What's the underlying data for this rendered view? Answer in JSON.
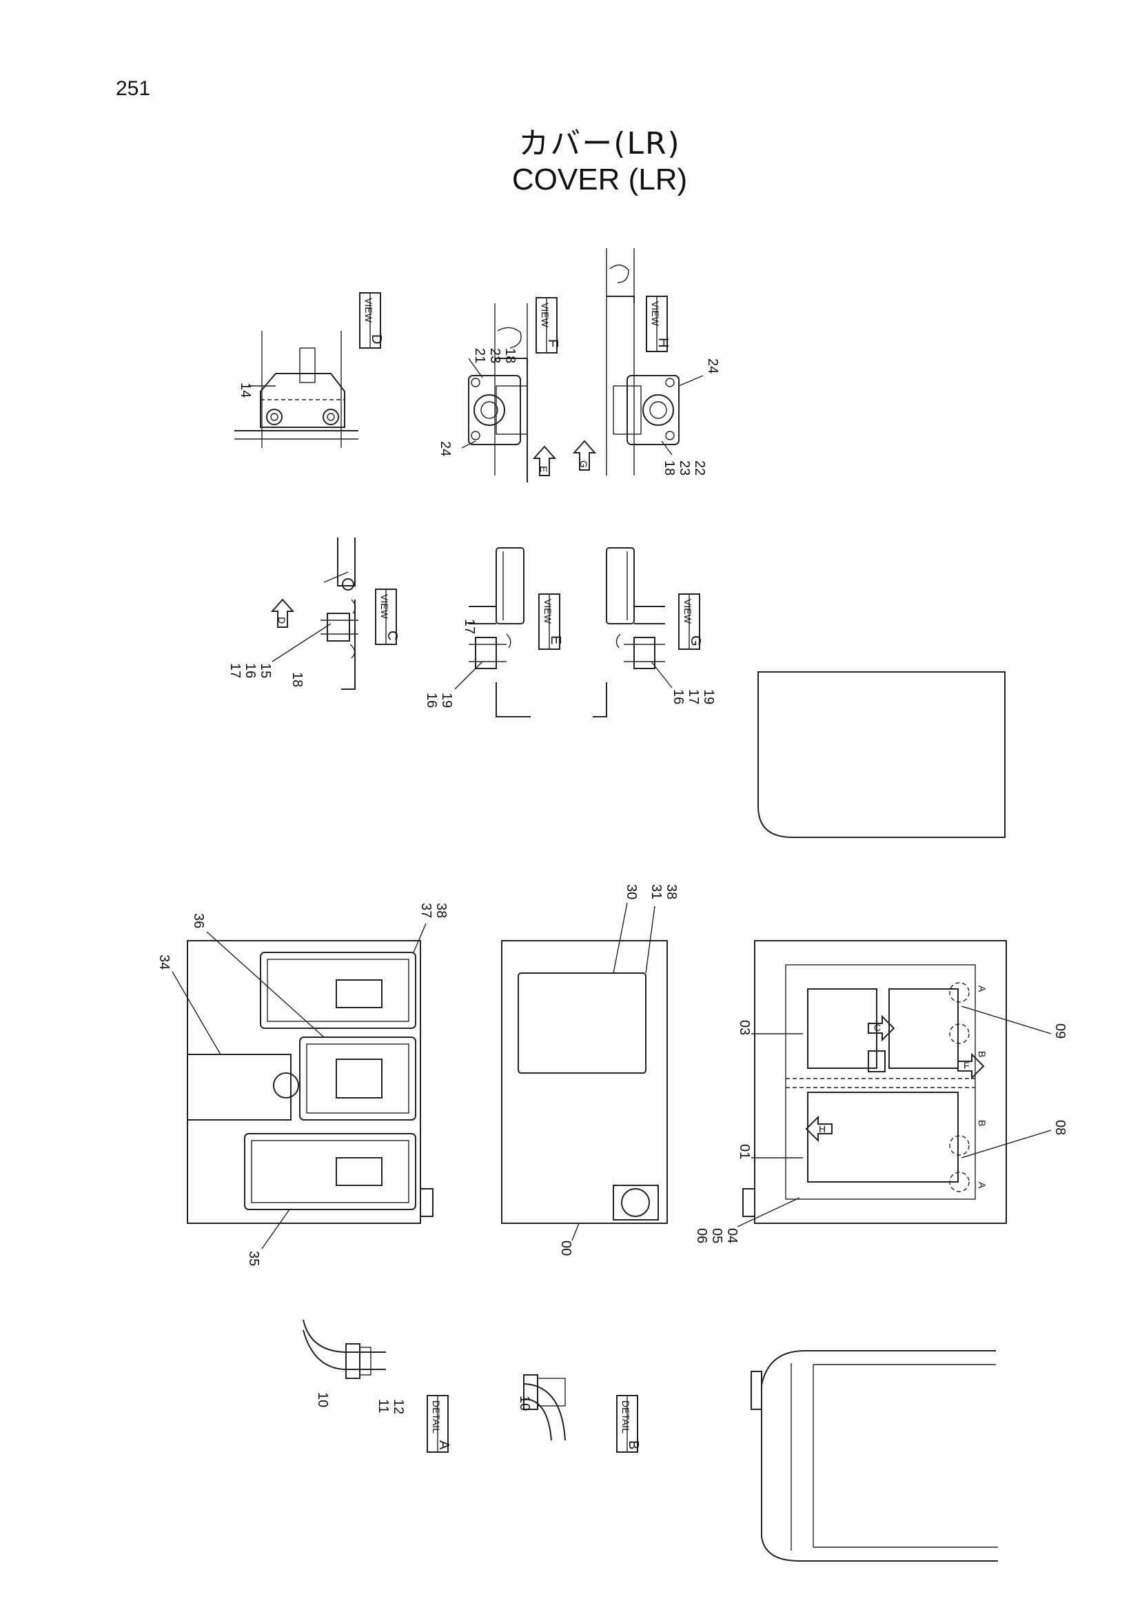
{
  "page": {
    "number": "251"
  },
  "title": {
    "japanese": "カバー(LR)",
    "english": "COVER (LR)"
  },
  "views": {
    "D": {
      "tag": "VIEW",
      "letter": "D"
    },
    "F": {
      "tag": "VIEW",
      "letter": "F"
    },
    "H": {
      "tag": "VIEW",
      "letter": "H"
    },
    "C": {
      "tag": "VIEW",
      "letter": "C"
    },
    "E": {
      "tag": "VIEW",
      "letter": "E"
    },
    "G": {
      "tag": "VIEW",
      "letter": "G"
    }
  },
  "details": {
    "A": {
      "tag": "DETAIL",
      "letter": "A"
    },
    "B": {
      "tag": "DETAIL",
      "letter": "B"
    }
  },
  "arrows": {
    "D": "D",
    "E": "E",
    "G": "G",
    "C": "C",
    "F": "F",
    "H": "H"
  },
  "side_markers": {
    "a1": "A",
    "b1": "B",
    "a2": "A",
    "b2": "B"
  },
  "callouts": {
    "v_d_14": "14",
    "v_f_21": "21",
    "v_f_23": "23",
    "v_f_18": "18",
    "v_f_24": "24",
    "v_h_24": "24",
    "v_h_18": "18",
    "v_h_23": "23",
    "v_h_22": "22",
    "v_c_17": "17",
    "v_c_16": "16",
    "v_c_15": "15",
    "v_c_18": "18",
    "v_e_17": "17",
    "v_e_16": "16",
    "v_e_19": "19",
    "v_g_16": "16",
    "v_g_17": "17",
    "v_g_19": "19",
    "l_34": "34",
    "l_36": "36",
    "l_37": "37",
    "l_38": "38",
    "l_35": "35",
    "m_30": "30",
    "m_31": "31",
    "m_38": "38",
    "m_00": "00",
    "r_03": "03",
    "r_09": "09",
    "r_08": "08",
    "r_01": "01",
    "r_06": "06",
    "r_05": "05",
    "r_04": "04",
    "d_a_10": "10",
    "d_a_11": "11",
    "d_a_12": "12",
    "d_b_10": "10"
  }
}
